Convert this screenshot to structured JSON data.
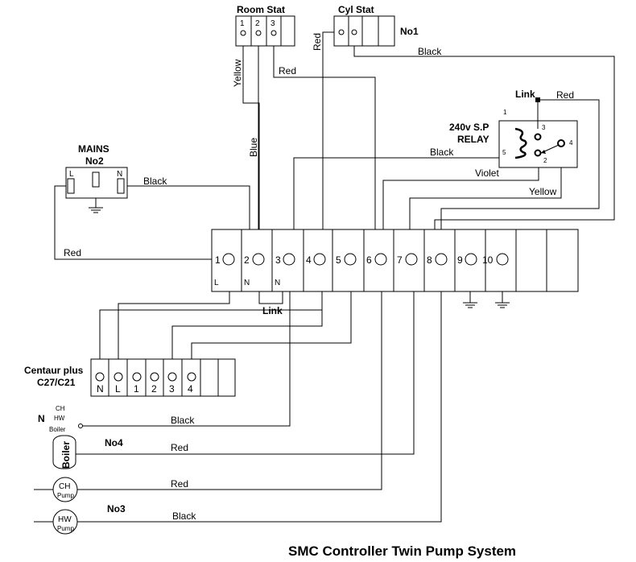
{
  "title": "SMC Controller Twin Pump System",
  "room_stat": {
    "label": "Room Stat",
    "terminals": [
      "1",
      "2",
      "3"
    ]
  },
  "cyl_stat": {
    "label": "Cyl  Stat",
    "tag": "No1"
  },
  "mains": {
    "label": "MAINS",
    "tag": "No2",
    "terminals": [
      "L",
      "N"
    ]
  },
  "relay": {
    "label_line1": "240v S.P",
    "label_line2": "RELAY",
    "link": "Link",
    "pins": [
      "1",
      "3",
      "4",
      "5",
      "2"
    ]
  },
  "controller": {
    "terminals": [
      "1",
      "2",
      "3",
      "4",
      "5",
      "6",
      "7",
      "8",
      "9",
      "10"
    ],
    "sub_labels": [
      "L",
      "N",
      "N"
    ],
    "link": "Link"
  },
  "centaur": {
    "label_line1": "Centaur plus",
    "label_line2": "C27/C21",
    "terminals": [
      "N",
      "L",
      "1",
      "2",
      "3",
      "4"
    ]
  },
  "boiler": {
    "n_label": "N",
    "ch": "CH",
    "hw": "HW",
    "label": "Boiler",
    "body": "Boiler",
    "tag": "No4"
  },
  "ch_pump": {
    "top": "CH",
    "bottom": "Pump"
  },
  "hw_pump": {
    "top": "HW",
    "bottom": "Pump",
    "tag": "No3"
  },
  "wires": {
    "yellow": "Yellow",
    "blue": "Blue",
    "red": "Red",
    "black": "Black",
    "violet": "Violet"
  }
}
